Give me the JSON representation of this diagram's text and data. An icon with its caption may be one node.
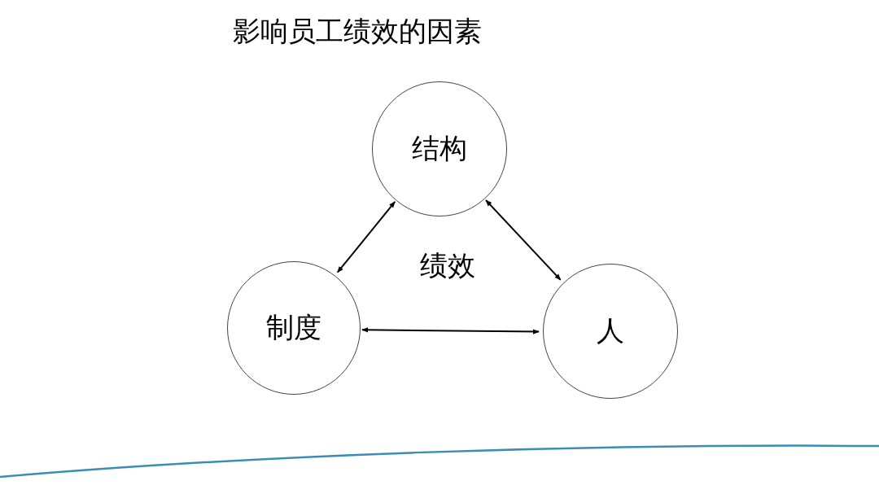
{
  "diagram": {
    "title": "影响员工绩效的因素",
    "nodes": [
      {
        "text": [
          "结构"
        ]
      },
      {
        "text": [
          "制度"
        ]
      },
      {
        "text": [
          "人"
        ]
      }
    ],
    "edges": [
      {
        "from": 0,
        "to": 1,
        "arrow": "both"
      },
      {
        "from": 0,
        "to": 2,
        "arrow": "both"
      },
      {
        "from": 1,
        "to": 2,
        "arrow": "both"
      }
    ],
    "labels": [
      "绩效"
    ]
  }
}
